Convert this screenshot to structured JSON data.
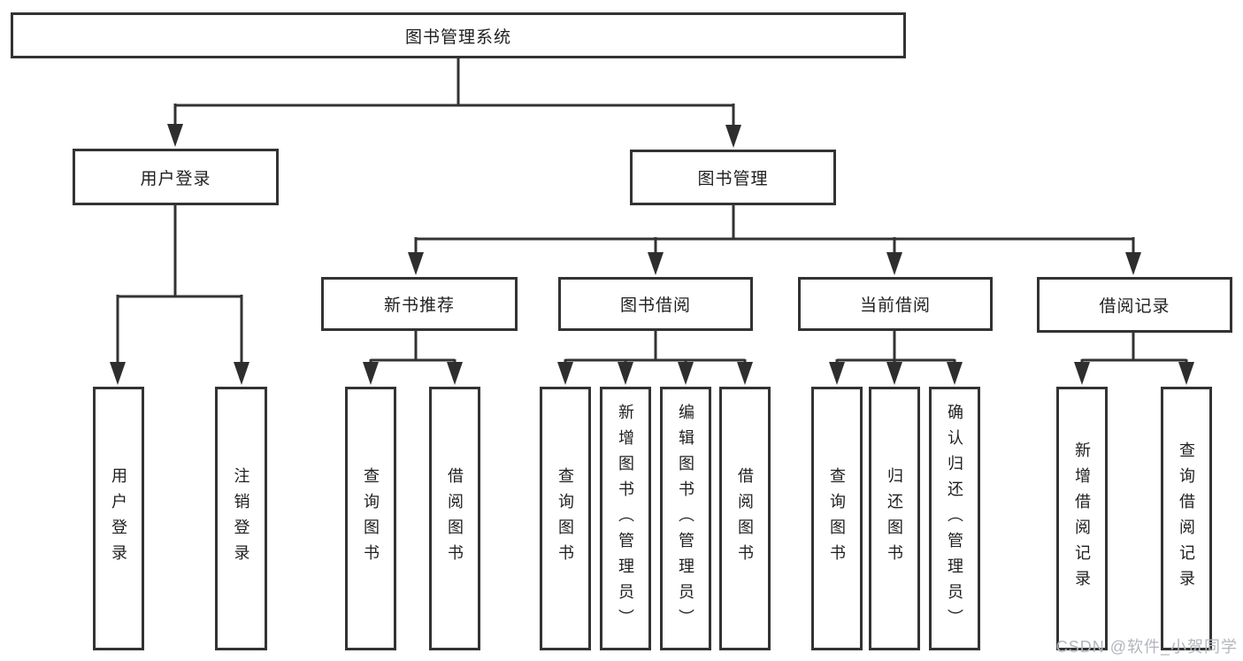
{
  "diagram": {
    "title": "图书管理系统",
    "type": "hierarchy-tree",
    "root": {
      "label": "图书管理系统"
    },
    "level2": [
      {
        "label": "用户登录",
        "parent": "图书管理系统"
      },
      {
        "label": "图书管理",
        "parent": "图书管理系统"
      }
    ],
    "level3": [
      {
        "label": "新书推荐",
        "parent": "图书管理"
      },
      {
        "label": "图书借阅",
        "parent": "图书管理"
      },
      {
        "label": "当前借阅",
        "parent": "图书管理"
      },
      {
        "label": "借阅记录",
        "parent": "图书管理"
      }
    ],
    "leaves": [
      {
        "label": "用户登录",
        "parent": "用户登录"
      },
      {
        "label": "注销登录",
        "parent": "用户登录"
      },
      {
        "label": "查询图书",
        "parent": "新书推荐"
      },
      {
        "label": "借阅图书",
        "parent": "新书推荐"
      },
      {
        "label": "查询图书",
        "parent": "图书借阅"
      },
      {
        "label": "新增图书（管理员）",
        "parent": "图书借阅"
      },
      {
        "label": "编辑图书（管理员）",
        "parent": "图书借阅"
      },
      {
        "label": "借阅图书",
        "parent": "图书借阅"
      },
      {
        "label": "查询图书",
        "parent": "当前借阅"
      },
      {
        "label": "归还图书",
        "parent": "当前借阅"
      },
      {
        "label": "确认归还（管理员）",
        "parent": "当前借阅"
      },
      {
        "label": "新增借阅记录",
        "parent": "借阅记录"
      },
      {
        "label": "查询借阅记录",
        "parent": "借阅记录"
      }
    ],
    "watermark": "CSDN @软件_小贺同学",
    "colors": {
      "line": "#333333",
      "arrow": "#2e2e2e",
      "box_border": "#333333",
      "box_background": "#ffffff",
      "text": "#1f1f1f",
      "watermark": "#b2b6bd",
      "background": "#ffffff"
    }
  }
}
